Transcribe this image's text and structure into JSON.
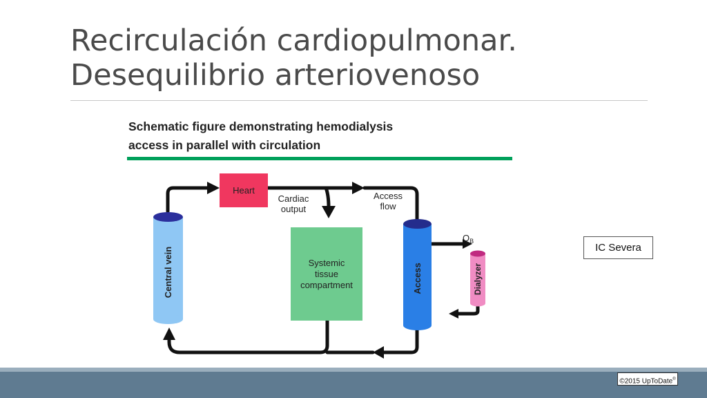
{
  "slide": {
    "title_line1": "Recirculación cardiopulmonar.",
    "title_line2": "Desequilibrio arteriovenoso",
    "note": "IC Severa",
    "copyright": "©2015 UpToDate",
    "copyright_mark": "®"
  },
  "figure": {
    "heading_line1": "Schematic figure demonstrating hemodialysis",
    "heading_line2": "access in parallel with circulation",
    "labels": {
      "heart": "Heart",
      "cardiac_output_1": "Cardiac",
      "cardiac_output_2": "output",
      "access_flow_1": "Access",
      "access_flow_2": "flow",
      "qb": "Q",
      "qb_sub": "B",
      "central_vein": "Central vein",
      "systemic_1": "Systemic",
      "systemic_2": "tissue",
      "systemic_3": "compartment",
      "access": "Access",
      "dialyzer": "Dialyzer"
    },
    "colors": {
      "heart": "#f0375f",
      "central_vein": "#8fc7f4",
      "central_vein_cap": "#2b2f9c",
      "systemic": "#6ecb8f",
      "access": "#2a7fe6",
      "access_cap": "#242c8c",
      "dialyzer": "#f08cc3",
      "dialyzer_cap": "#c02a80",
      "flow_line": "#111111",
      "accent_rule": "#00a05a"
    }
  }
}
